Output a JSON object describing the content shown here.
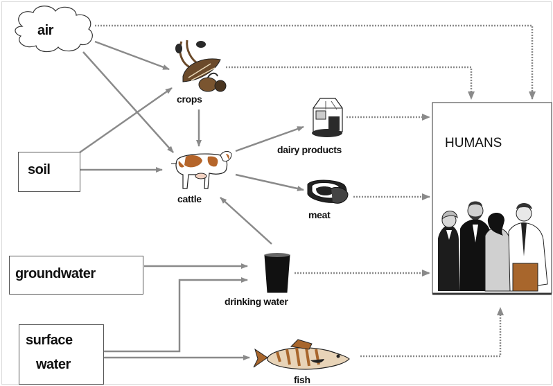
{
  "nodes": {
    "air": "air",
    "soil": "soil",
    "groundwater": "groundwater",
    "surface_line1": "surface",
    "surface_line2": "water",
    "crops": "crops",
    "cattle": "cattle",
    "dairy": "dairy products",
    "meat": "meat",
    "drinking_water": "drinking water",
    "fish": "fish",
    "humans": "HUMANS"
  },
  "colors": {
    "solid_arrow": "#8a8a8a",
    "dotted_arrow": "#8a8a8a",
    "cow_spots": "#b5652a",
    "crops_brown": "#6b4a2a",
    "fish_brown": "#a8662c",
    "ink": "#111111"
  },
  "icons": [
    "cloud-shape",
    "crops-icon",
    "cow-icon",
    "milk-carton-icon",
    "meat-steaks-icon",
    "drinking-glass-icon",
    "fish-icon",
    "people-group-icon"
  ]
}
